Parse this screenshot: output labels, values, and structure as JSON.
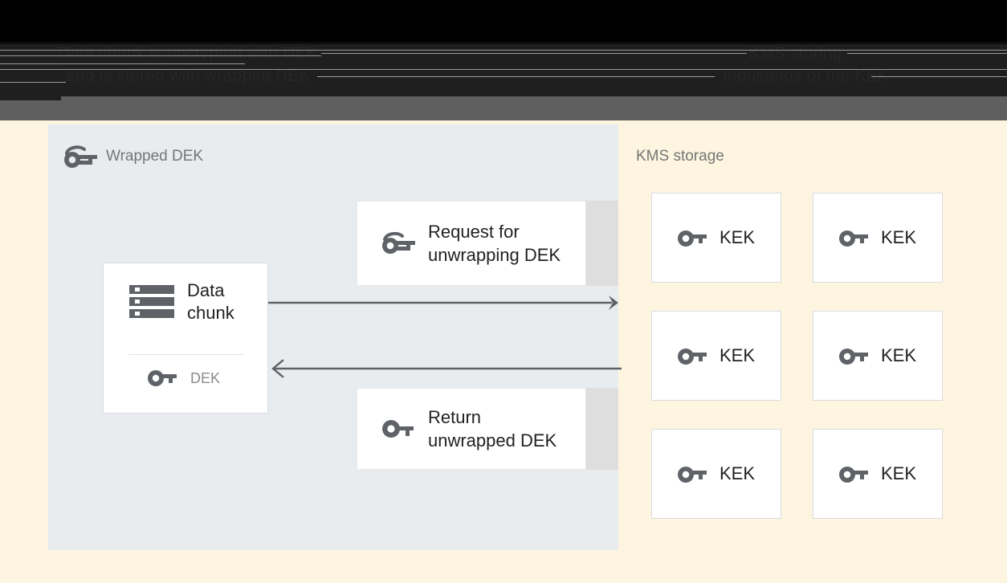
{
  "caption": {
    "left_line_1": "Data chunk is encrypted with DEK",
    "left_line_2": "and is stored with wrapped DEK",
    "right_line_1": "KMS storing",
    "right_line_2": "thousands of the KEK"
  },
  "client_panel": {
    "title": "Wrapped DEK",
    "title_icon": "wrapped-key-icon",
    "data_card": {
      "icon": "server-stack-icon",
      "label": "Data\nchunk",
      "key_icon": "key-icon",
      "key_label": "DEK"
    },
    "messages": [
      {
        "icon": "wrapped-key-icon",
        "label": "Request for\nunwrapping DEK"
      },
      {
        "icon": "key-icon",
        "label": "Return\nunwrapped DEK"
      }
    ],
    "arrows": [
      {
        "name": "request-arrow",
        "direction": "right"
      },
      {
        "name": "return-arrow",
        "direction": "left"
      }
    ]
  },
  "kms_panel": {
    "title": "KMS storage",
    "keys": [
      {
        "icon": "key-icon",
        "label": "KEK"
      },
      {
        "icon": "key-icon",
        "label": "KEK"
      },
      {
        "icon": "key-icon",
        "label": "KEK"
      },
      {
        "icon": "key-icon",
        "label": "KEK"
      },
      {
        "icon": "key-icon",
        "label": "KEK"
      },
      {
        "icon": "key-icon",
        "label": "KEK"
      }
    ]
  },
  "colors": {
    "client_panel_bg": "#e8ecef",
    "page_bg": "#fdf5e0",
    "card_bg": "#ffffff",
    "card_shadow": "#dedede",
    "icon_gray": "#5f6368",
    "text_dark": "#202124",
    "text_muted": "#757575",
    "arrow": "#5f6368",
    "band_gray": "#5f5f5f",
    "band_dark": "#1f1f1f"
  }
}
